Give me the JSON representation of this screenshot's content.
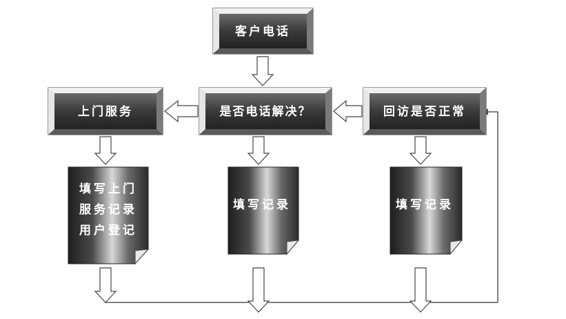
{
  "nodes": {
    "customer_call": "客户电话",
    "resolved_question": "是否电话解决？",
    "onsite_service": "上门服务",
    "callback_check": "回访是否正常",
    "doc_onsite": [
      "填写上门",
      "服务记录",
      "用户登记"
    ],
    "doc_record_center": "填写记录",
    "doc_record_right": "填写记录"
  }
}
